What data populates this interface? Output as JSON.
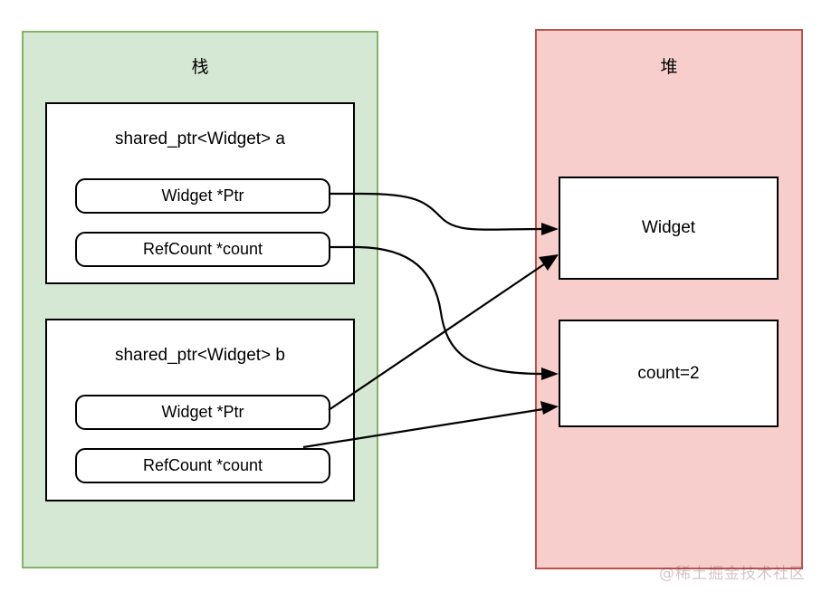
{
  "diagram": {
    "title_note": "C++ shared_ptr memory layout diagram",
    "watermark": "@稀土掘金技术社区",
    "regions": [
      {
        "id": "stack",
        "title": "栈",
        "fill": "#d5e8d4",
        "stroke": "#82b366"
      },
      {
        "id": "heap",
        "title": "堆",
        "fill": "#f8cecc",
        "stroke": "#b85450"
      }
    ],
    "owners": [
      {
        "id": "a",
        "label": "shared_ptr<Widget> a",
        "slots": [
          {
            "id": "a-ptr",
            "label": "Widget *Ptr"
          },
          {
            "id": "a-count",
            "label": "RefCount *count"
          }
        ]
      },
      {
        "id": "b",
        "label": "shared_ptr<Widget> b",
        "slots": [
          {
            "id": "b-ptr",
            "label": "Widget *Ptr"
          },
          {
            "id": "b-count",
            "label": "RefCount *count"
          }
        ]
      }
    ],
    "heap_objects": [
      {
        "id": "widget",
        "label": "Widget"
      },
      {
        "id": "refcount",
        "label": "count=2"
      }
    ],
    "connections": [
      {
        "from": "a-ptr",
        "to": "widget"
      },
      {
        "from": "a-count",
        "to": "refcount"
      },
      {
        "from": "b-ptr",
        "to": "widget"
      },
      {
        "from": "b-count",
        "to": "refcount"
      }
    ]
  }
}
